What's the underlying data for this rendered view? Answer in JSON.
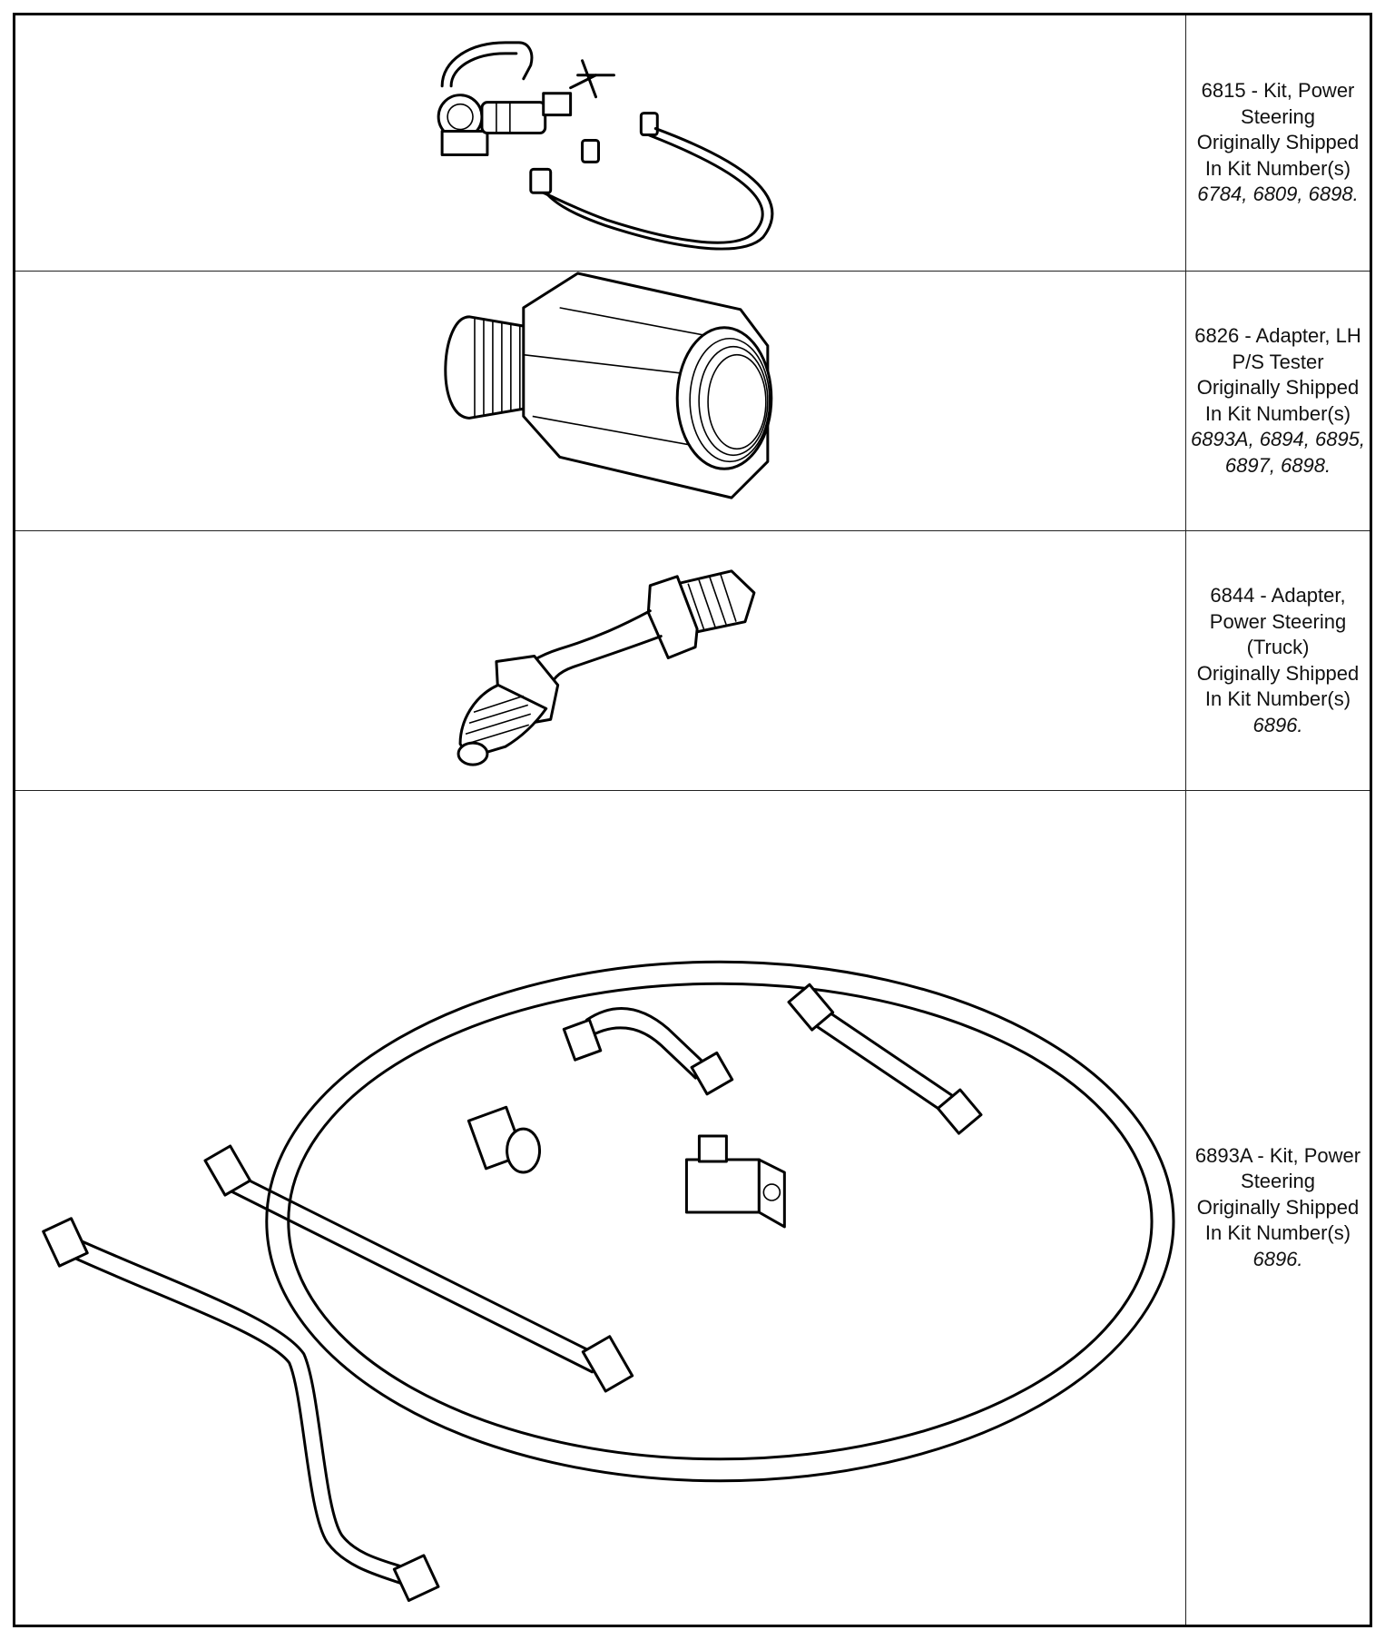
{
  "items": [
    {
      "title": "6815 - Kit, Power Steering",
      "shipped_label": "Originally Shipped In Kit Number(s)",
      "kits": "6784, 6809, 6898."
    },
    {
      "title": "6826 - Adapter, LH P/S Tester",
      "shipped_label": "Originally Shipped In Kit Number(s)",
      "kits": "6893A, 6894, 6895, 6897, 6898."
    },
    {
      "title": "6844 - Adapter, Power Steering (Truck)",
      "shipped_label": "Originally Shipped In Kit Number(s)",
      "kits": "6896."
    },
    {
      "title": "6893A - Kit, Power Steering",
      "shipped_label": "Originally Shipped In Kit Number(s)",
      "kits": "6896."
    }
  ]
}
